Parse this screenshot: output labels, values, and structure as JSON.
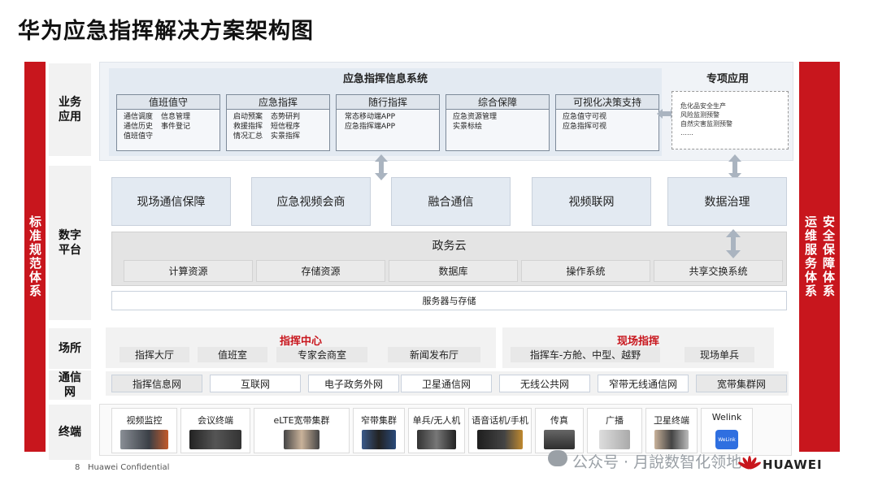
{
  "title": "华为应急指挥解决方案架构图",
  "left_bar": "标准规范体系",
  "right_bar_1": "运维服务体系",
  "right_bar_2": "安全保障体系",
  "row_labels": {
    "business": "业务应用",
    "digital": "数字平台",
    "venue": "场所",
    "network": "通信网",
    "terminal": "终端"
  },
  "info_system": {
    "title": "应急指挥信息系统",
    "cards": [
      {
        "header": "值班值守",
        "col1": [
          "通信调度",
          "通信历史",
          "值班值守"
        ],
        "col2": [
          "信息管理",
          "事件登记"
        ]
      },
      {
        "header": "应急指挥",
        "col1": [
          "启动预案",
          "救援指挥",
          "情况汇总"
        ],
        "col2": [
          "态势研判",
          "短信程序",
          "实景指挥"
        ]
      },
      {
        "header": "随行指挥",
        "col1": [
          "常态移动端APP",
          "应急指挥端APP"
        ],
        "col2": []
      },
      {
        "header": "综合保障",
        "col1": [
          "应急资源管理",
          "实景标绘"
        ],
        "col2": []
      },
      {
        "header": "可视化决策支持",
        "col1": [
          "应急值守可视",
          "应急指挥可视"
        ],
        "col2": []
      }
    ]
  },
  "special_apps": {
    "title": "专项应用",
    "items": [
      "危化品安全生产",
      "风险监测预警",
      "自然灾害监测预警",
      "……"
    ]
  },
  "digital_platform": {
    "services": [
      "现场通信保障",
      "应急视频会商",
      "融合通信",
      "视频联网",
      "数据治理"
    ],
    "cloud_title": "政务云",
    "cloud_items": [
      "计算资源",
      "存储资源",
      "数据库",
      "操作系统",
      "共享交换系统"
    ],
    "server": "服务器与存储"
  },
  "venues": {
    "center_title": "指挥中心",
    "center_items": [
      "指挥大厅",
      "值班室",
      "专家会商室",
      "新闻发布厅"
    ],
    "field_title": "现场指挥",
    "field_items": [
      "指挥车-方舱、中型、越野",
      "现场单兵"
    ]
  },
  "networks": [
    "指挥信息网",
    "互联网",
    "电子政务外网",
    "卫星通信网",
    "无线公共网",
    "窄带无线通信网",
    "宽带集群网"
  ],
  "terminals": [
    "视频监控",
    "会议终端",
    "eLTE宽带集群",
    "窄带集群",
    "单兵/无人机",
    "语音话机/手机",
    "传真",
    "广播",
    "卫星终端",
    "Welink"
  ],
  "footer": {
    "page": "8",
    "confidential": "Huawei Confidential",
    "watermark": "公众号 · 月說数智化领地",
    "brand": "HUAWEI",
    "welink_logo": "WeLink"
  },
  "colors": {
    "red": "#c8161d",
    "panel_blue": "#e3eaf2",
    "gray": "#eaeaea"
  }
}
